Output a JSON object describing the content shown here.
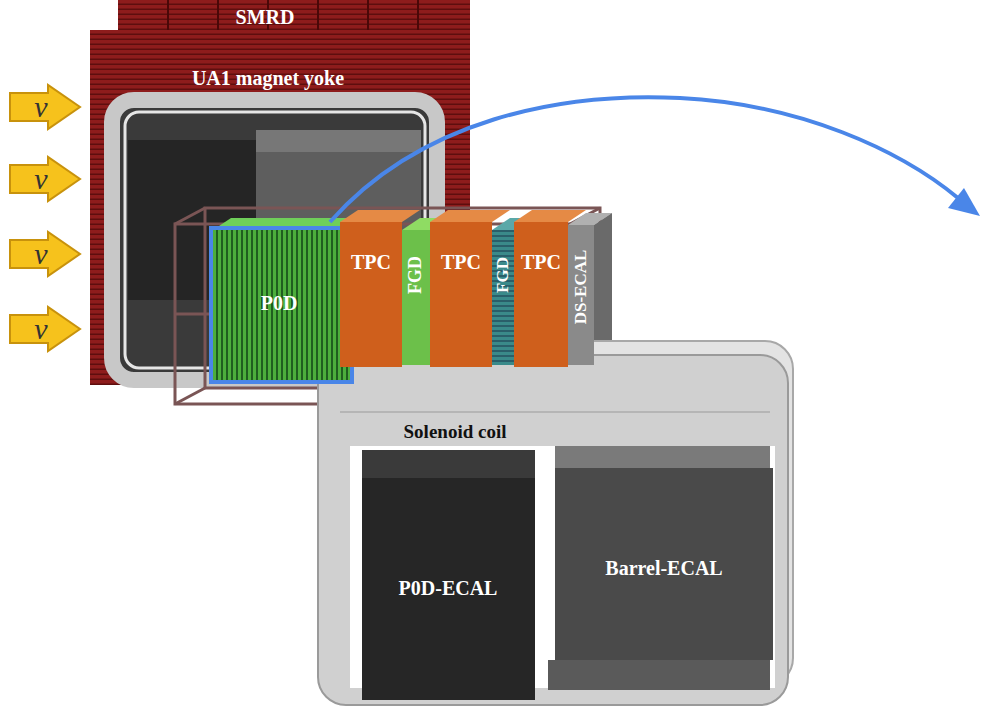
{
  "diagram": {
    "nodes": [
      {
        "text": [
          "SMRD",
          "UA1 magnet yoke"
        ]
      },
      {
        "text": [
          "ν"
        ]
      },
      {
        "text": [
          "ν"
        ]
      },
      {
        "text": [
          "ν"
        ]
      },
      {
        "text": [
          "ν"
        ]
      },
      {
        "text": [
          "P0D"
        ]
      },
      {
        "text": [
          "TPC"
        ]
      },
      {
        "text": [
          "FGD"
        ]
      },
      {
        "text": [
          "TPC"
        ]
      },
      {
        "text": [
          "FGD"
        ]
      },
      {
        "text": [
          "TPC"
        ]
      },
      {
        "text": [
          "DS-ECAL"
        ]
      },
      {
        "text": [
          "Solenoid coil"
        ]
      },
      {
        "text": [
          "P0D-ECAL"
        ],
        "in": 12
      },
      {
        "text": [
          "Barrel-ECAL"
        ],
        "in": 12
      }
    ]
  }
}
